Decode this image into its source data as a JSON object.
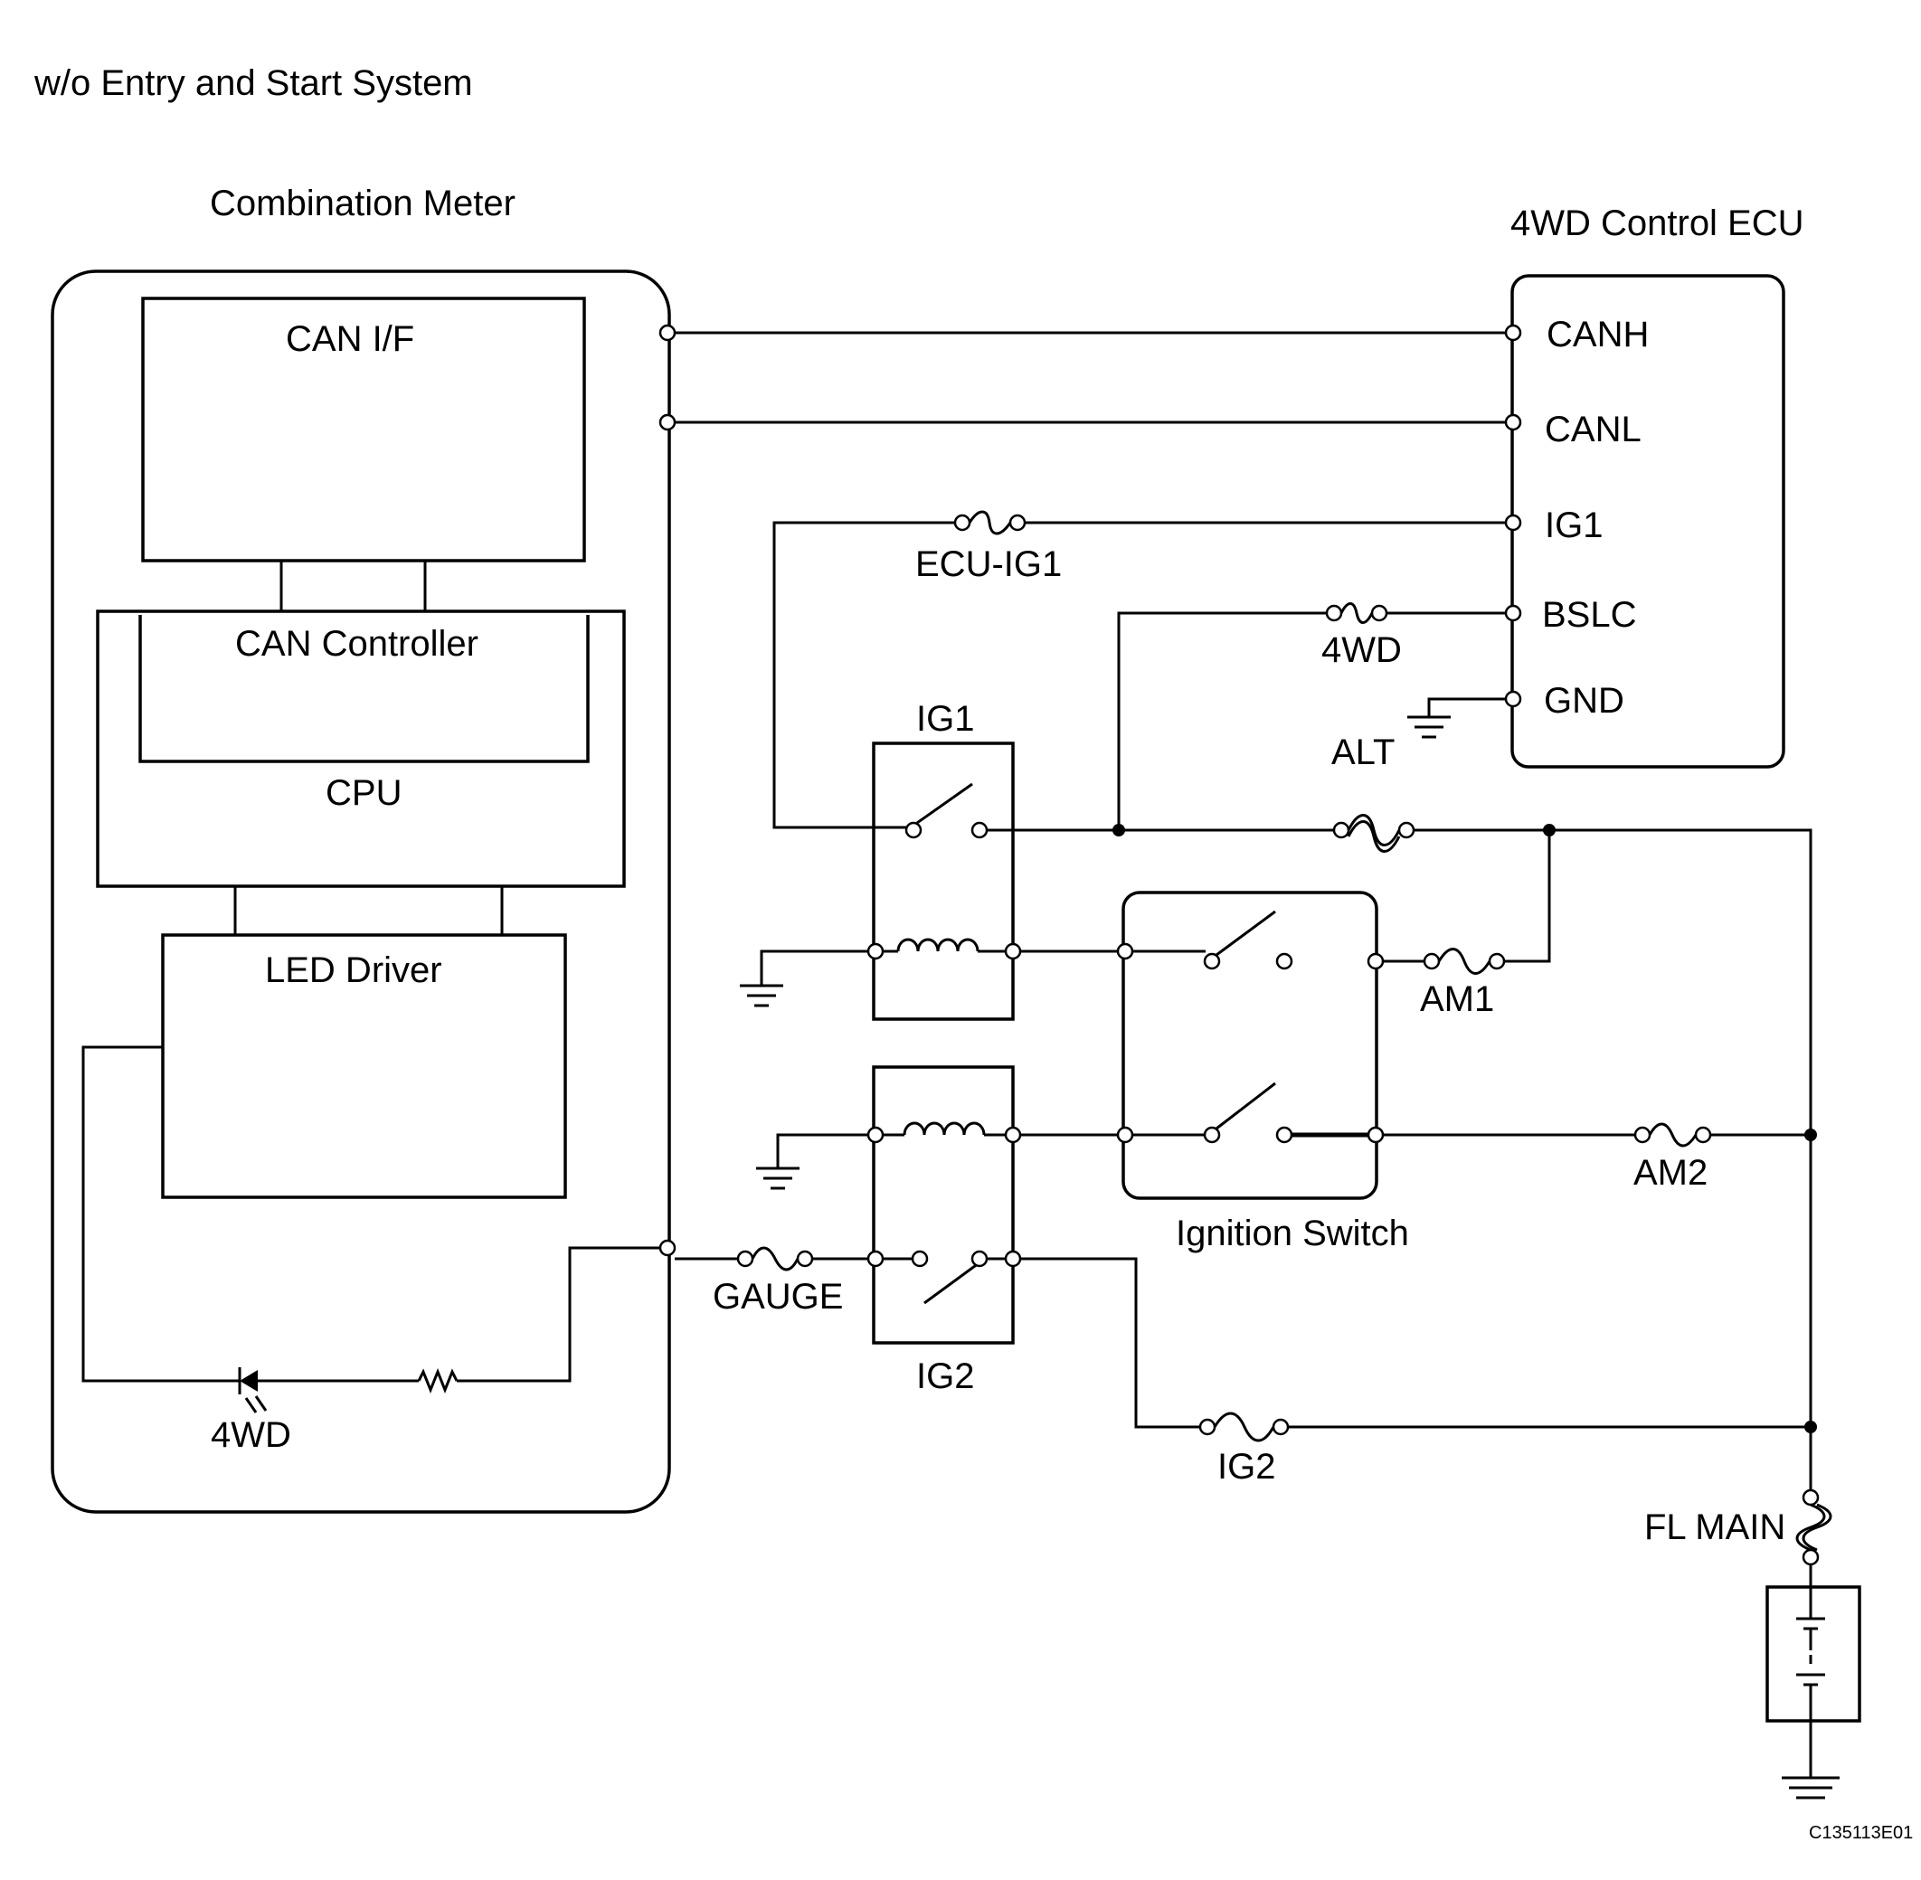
{
  "title": "w/o Entry and Start System",
  "combination_meter": {
    "label": "Combination Meter",
    "can_if": "CAN I/F",
    "can_controller": "CAN Controller",
    "cpu": "CPU",
    "led_driver": "LED Driver",
    "indicator": "4WD"
  },
  "ecu": {
    "label": "4WD Control ECU",
    "pins": [
      "CANH",
      "CANL",
      "IG1",
      "BSLC",
      "GND"
    ]
  },
  "relays": {
    "ig1": "IG1",
    "ig2": "IG2"
  },
  "ignition_switch": "Ignition Switch",
  "fuses": {
    "ecu_ig1": "ECU-IG1",
    "fwd": "4WD",
    "alt": "ALT",
    "am1": "AM1",
    "am2": "AM2",
    "gauge": "GAUGE",
    "ig2": "IG2",
    "fl_main": "FL MAIN"
  },
  "figure_code": "C135113E01"
}
